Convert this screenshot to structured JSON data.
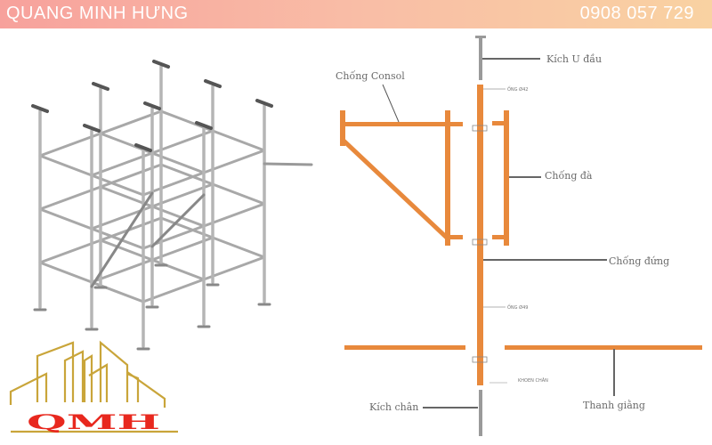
{
  "banner": {
    "brand": "QUANG MINH HƯNG",
    "phone": "0908 057 729"
  },
  "logo": {
    "text": "QMH",
    "gold": "#c9a53a",
    "red": "#e8281e"
  },
  "diagram": {
    "labels": {
      "u_jack": "Kích U đầu",
      "tube_42": "ỐNG Ø42",
      "consol": "Chống Consol",
      "beam_prop": "Chống đà",
      "vertical": "Chống đứng",
      "tube_49": "ỐNG Ø49",
      "foot_ring": "KHOEN CHÂN",
      "base_jack": "Kích chân",
      "brace": "Thanh giằng"
    },
    "colors": {
      "member": "#e8893c",
      "steel": "#9a9a9a",
      "leader": "#666666"
    }
  }
}
